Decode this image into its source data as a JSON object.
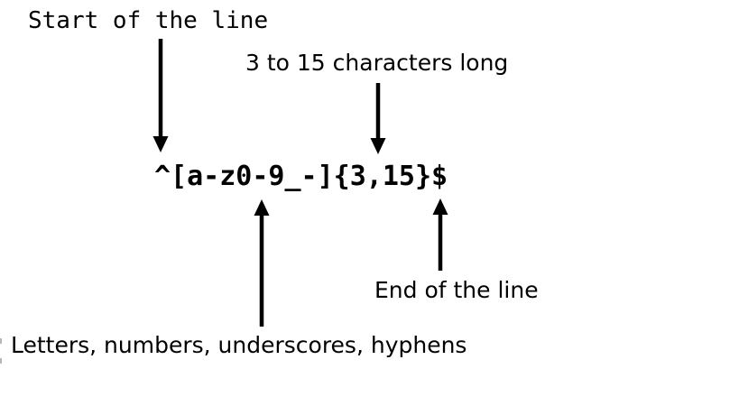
{
  "page": {
    "background_color": "#ffffff",
    "ink_color": "#000000"
  },
  "regex": {
    "pattern": "^[a-z0-9_-]{3,15}$"
  },
  "annotations": {
    "start": {
      "label": "Start of the line",
      "points_to": "^"
    },
    "length": {
      "label": "3 to 15 characters long",
      "points_to": "{3,15}"
    },
    "charset": {
      "label": "Letters, numbers, underscores, hyphens",
      "points_to": "[a-z0-9_-]"
    },
    "end": {
      "label": "End of the line",
      "points_to": "$"
    }
  }
}
